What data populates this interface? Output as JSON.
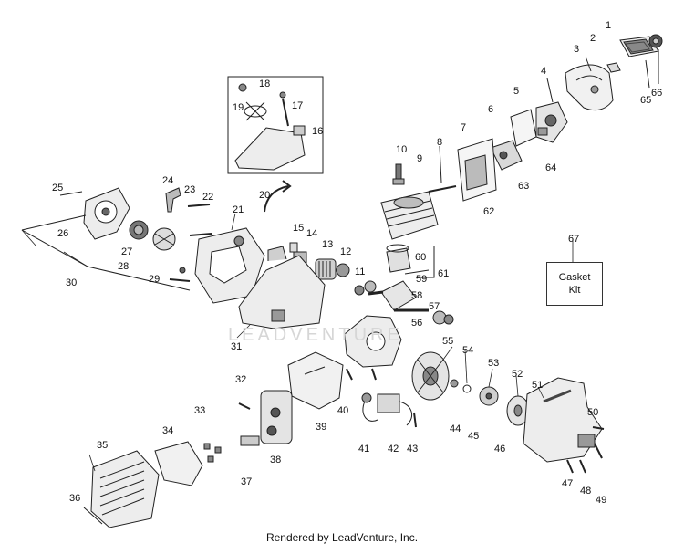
{
  "diagram": {
    "callouts": [
      "1",
      "2",
      "3",
      "4",
      "5",
      "6",
      "7",
      "8",
      "9",
      "10",
      "11",
      "12",
      "13",
      "14",
      "15",
      "16",
      "17",
      "18",
      "19",
      "20",
      "21",
      "22",
      "23",
      "24",
      "25",
      "26",
      "27",
      "28",
      "29",
      "30",
      "31",
      "32",
      "33",
      "34",
      "35",
      "36",
      "37",
      "38",
      "39",
      "40",
      "41",
      "42",
      "43",
      "44",
      "45",
      "46",
      "47",
      "48",
      "49",
      "50",
      "51",
      "52",
      "53",
      "54",
      "55",
      "56",
      "57",
      "58",
      "59",
      "60",
      "61",
      "62",
      "63",
      "64",
      "65",
      "66",
      "67"
    ],
    "gasket_kit": {
      "line1": "Gasket",
      "line2": "Kit"
    },
    "watermark": "LEADVENTURE",
    "footer": "Rendered by LeadVenture, Inc."
  }
}
